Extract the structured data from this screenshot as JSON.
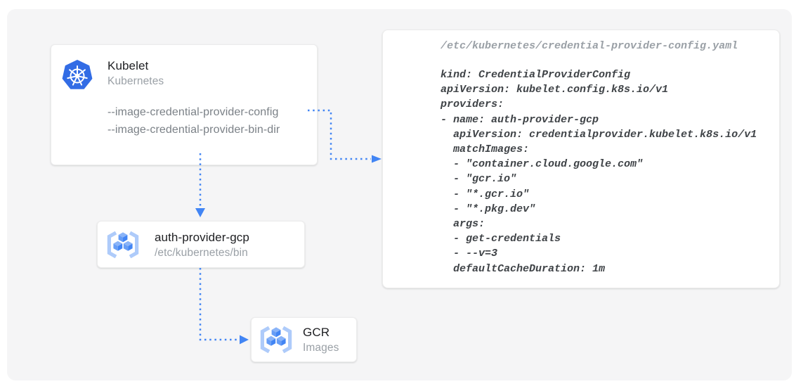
{
  "nodes": {
    "kubelet": {
      "title": "Kubelet",
      "subtitle": "Kubernetes",
      "icon": "kubernetes-icon",
      "flags": [
        "--image-credential-provider-config",
        "--image-credential-provider-bin-dir"
      ]
    },
    "auth_provider_gcp": {
      "title": "auth-provider-gcp",
      "subtitle": "/etc/kubernetes/bin",
      "icon": "gcr-icon"
    },
    "gcr": {
      "title": "GCR",
      "subtitle": "Images",
      "icon": "gcr-icon"
    }
  },
  "code_panel": {
    "title": "/etc/kubernetes/credential-provider-config.yaml",
    "language": "yaml",
    "lines": [
      "kind: CredentialProviderConfig",
      "apiVersion: kubelet.config.k8s.io/v1",
      "providers:",
      "- name: auth-provider-gcp",
      "  apiVersion: credentialprovider.kubelet.k8s.io/v1",
      "  matchImages:",
      "  - \"container.cloud.google.com\"",
      "  - \"gcr.io\"",
      "  - \"*.gcr.io\"",
      "  - \"*.pkg.dev\"",
      "  args:",
      "  - get-credentials",
      "  - --v=3",
      "  defaultCacheDuration: 1m"
    ]
  },
  "colors": {
    "arrow-blue": "#4285f4",
    "kubernetes-blue": "#326ce5",
    "gcr-bracket-blue": "#aecbfa",
    "gcr-cube-top": "#8ab4f8",
    "gcr-cube-left": "#669df6",
    "gcr-cube-right": "#4285f4",
    "canvas-gray": "#f5f5f6",
    "card-white": "#ffffff"
  }
}
